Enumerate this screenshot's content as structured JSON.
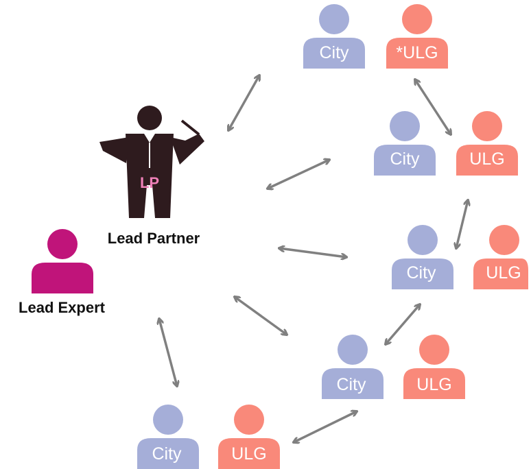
{
  "colors": {
    "city": "#a5aed8",
    "ulg": "#f9897a",
    "expert": "#c0147a",
    "partner": "#2e1b1e",
    "lp_letters": "#ee80b8",
    "arrow": "#808080"
  },
  "lead_partner": {
    "icon": "conductor-icon",
    "badge": "LP",
    "label": "Lead Partner"
  },
  "lead_expert": {
    "icon": "person-icon",
    "label": "Lead Expert"
  },
  "partners": [
    {
      "city_label": "City",
      "ulg_label": "*ULG"
    },
    {
      "city_label": "City",
      "ulg_label": "ULG"
    },
    {
      "city_label": "City",
      "ulg_label": "ULG"
    },
    {
      "city_label": "City",
      "ulg_label": "ULG"
    },
    {
      "city_label": "City",
      "ulg_label": "ULG"
    }
  ]
}
